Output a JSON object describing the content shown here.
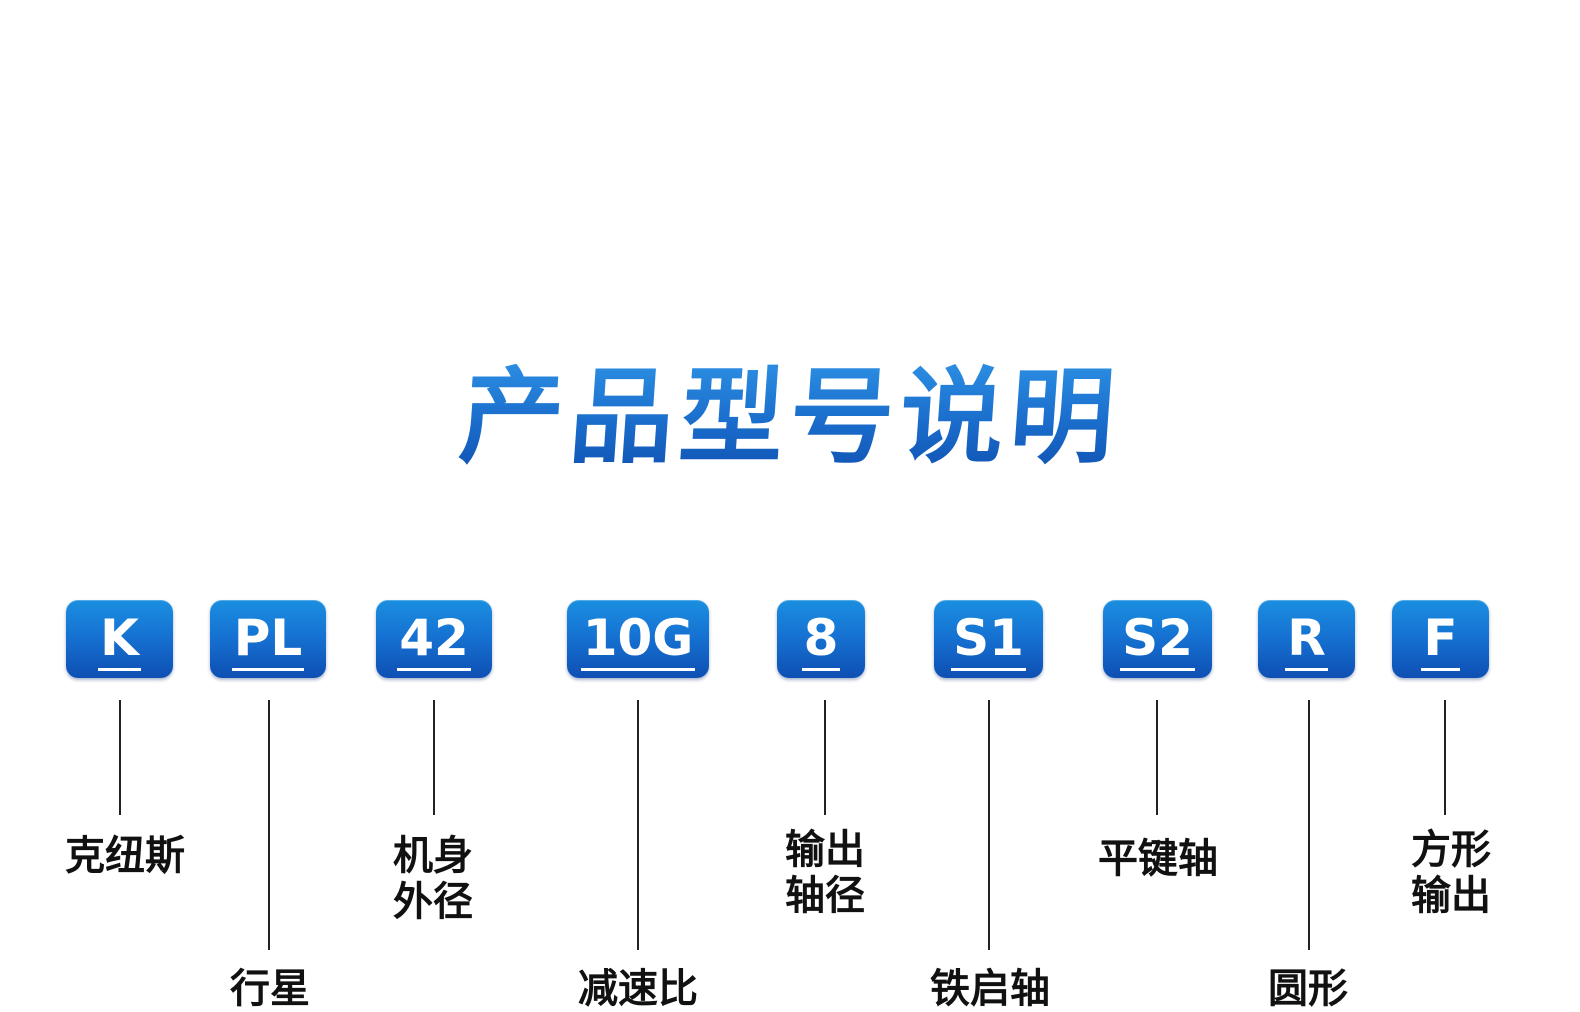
{
  "title": "产品型号说明",
  "codes": [
    {
      "code": "K",
      "label": "克纽斯"
    },
    {
      "code": "PL",
      "label": "行星"
    },
    {
      "code": "42",
      "label": "机身\n外径"
    },
    {
      "code": "10G",
      "label": "减速比"
    },
    {
      "code": "8",
      "label": "输出\n轴径"
    },
    {
      "code": "S1",
      "label": "铁启轴"
    },
    {
      "code": "S2",
      "label": "平键轴"
    },
    {
      "code": "R",
      "label": "圆形"
    },
    {
      "code": "F",
      "label": "方形\n输出"
    }
  ],
  "colors": {
    "title_gradient_top": "#2e94e6",
    "title_gradient_bottom": "#0f4fb0",
    "box_gradient_top": "#1a8fe0",
    "box_gradient_bottom": "#0e4fb3",
    "box_text": "#ffffff",
    "line": "#222222",
    "label_text": "#111111"
  }
}
